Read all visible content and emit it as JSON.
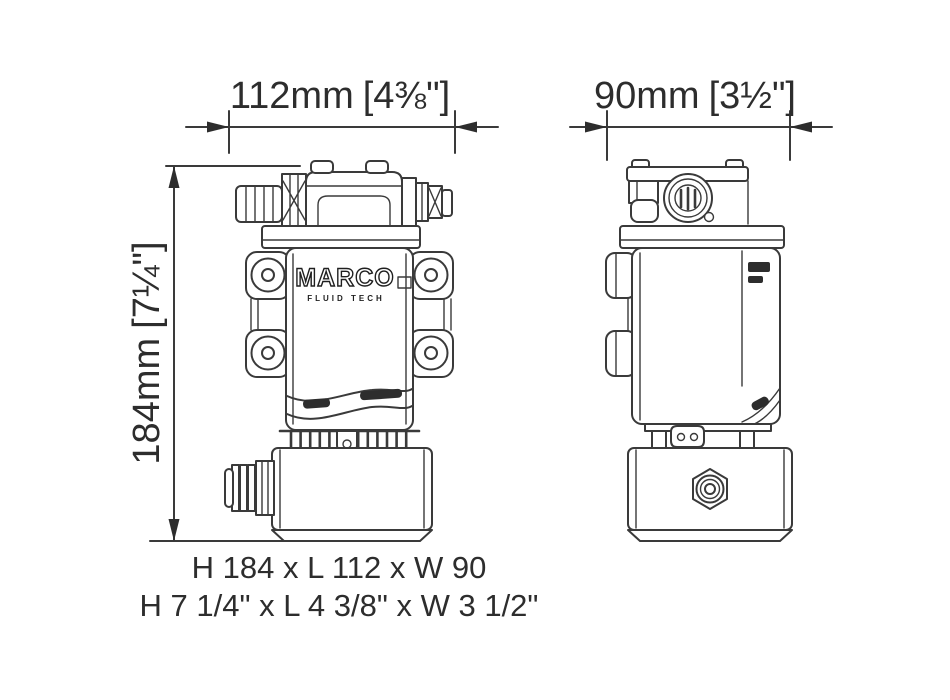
{
  "colors": {
    "ink": "#3a3a3a",
    "text": "#2d2d2d",
    "background": "#ffffff"
  },
  "dimensions": {
    "front_width": {
      "mm": "112mm",
      "inches": "[4⅜\"]"
    },
    "side_width": {
      "mm": "90mm",
      "inches": "[3½\"]"
    },
    "height": {
      "mm": "184mm",
      "inches": "[7¼\"]"
    }
  },
  "branding": {
    "logo": "MARCO",
    "logo_sub": "FLUID TECH"
  },
  "summary": {
    "metric": "H 184 x L 112 x W 90",
    "imperial": "H 7 1/4\" x L 4 3/8\" x W 3 1/2\""
  }
}
